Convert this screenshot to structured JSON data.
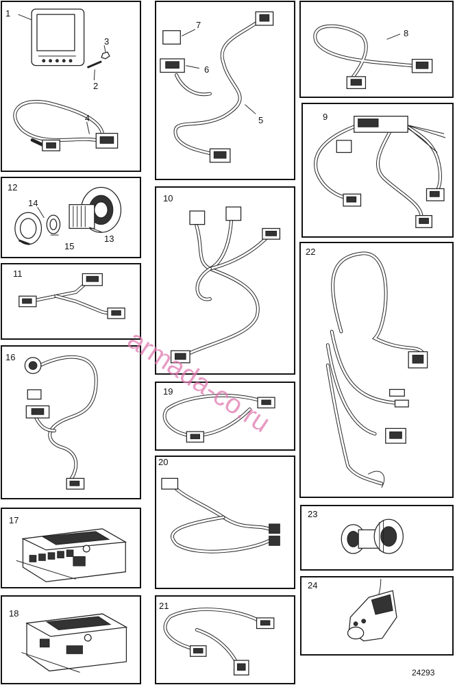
{
  "diagram": {
    "reference_number": "24293",
    "watermark": "armada-co.ru"
  },
  "panels": [
    {
      "id": "1",
      "callouts": [
        "1",
        "2",
        "3",
        "4"
      ]
    },
    {
      "id": "12",
      "callouts": [
        "14",
        "13",
        "15"
      ]
    },
    {
      "id": "11",
      "callouts": []
    },
    {
      "id": "16",
      "callouts": []
    },
    {
      "id": "17",
      "callouts": []
    },
    {
      "id": "18",
      "callouts": []
    },
    {
      "id": "5",
      "callouts": [
        "7",
        "6",
        "5"
      ]
    },
    {
      "id": "10",
      "callouts": []
    },
    {
      "id": "19",
      "callouts": []
    },
    {
      "id": "20",
      "callouts": []
    },
    {
      "id": "21",
      "callouts": []
    },
    {
      "id": "8",
      "callouts": [
        "8"
      ]
    },
    {
      "id": "9",
      "callouts": []
    },
    {
      "id": "22",
      "callouts": []
    },
    {
      "id": "23",
      "callouts": []
    },
    {
      "id": "24",
      "callouts": []
    }
  ]
}
